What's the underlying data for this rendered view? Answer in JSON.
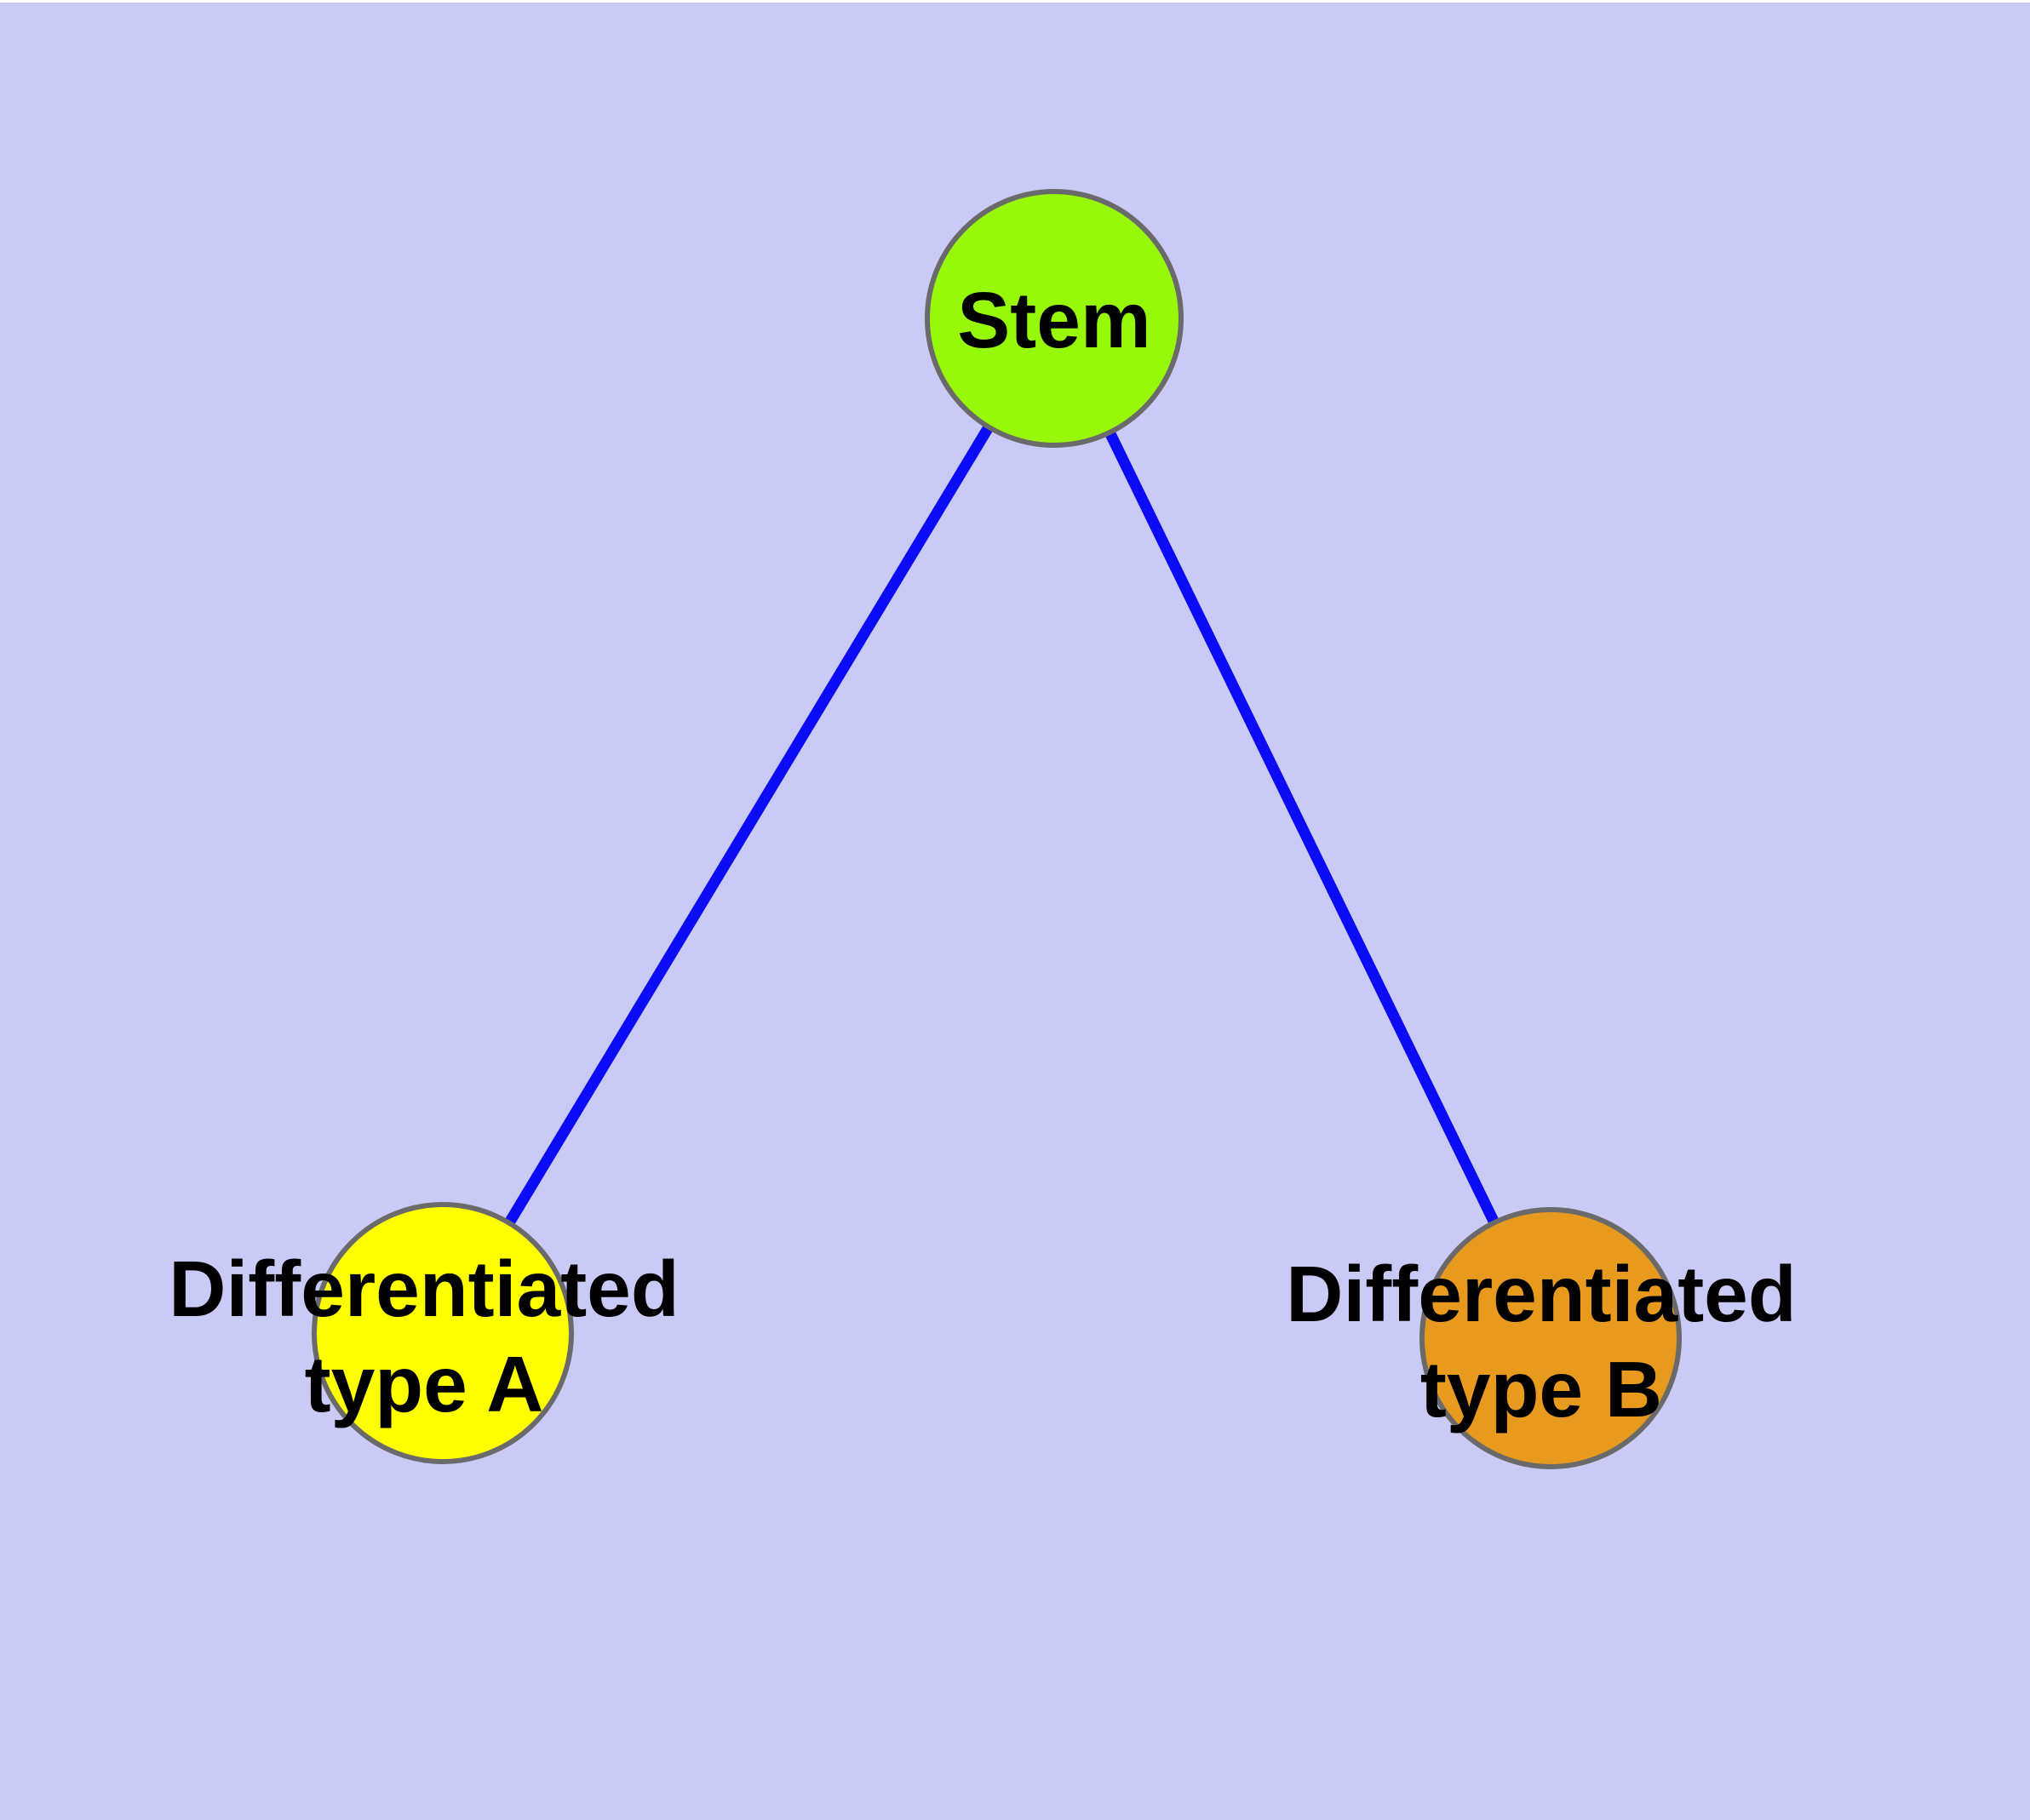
{
  "diagram": {
    "colors": {
      "background": "#cacaf7",
      "top_border": "#ffffff",
      "edge": "#0b0bf5",
      "node_border": "#6a6a6a",
      "label_text": "#000000"
    },
    "nodes": [
      {
        "id": "stem",
        "label": "Stem",
        "fill": "#98f80a"
      },
      {
        "id": "differentiated-type-a",
        "label_line1": "Differentiated",
        "label_line2": "type A",
        "fill": "#ffff00"
      },
      {
        "id": "differentiated-type-b",
        "label_line1": "Differentiated",
        "label_line2": "type B",
        "fill": "#e79a1e"
      }
    ],
    "edges": [
      {
        "from": "stem",
        "to": "differentiated-type-a"
      },
      {
        "from": "stem",
        "to": "differentiated-type-b"
      }
    ]
  }
}
